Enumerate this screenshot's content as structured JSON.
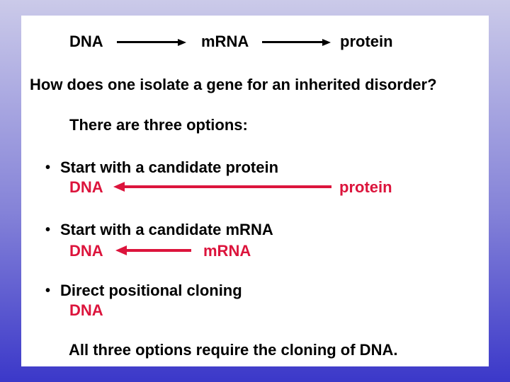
{
  "slide": {
    "central_dogma": {
      "node_dna": "DNA",
      "node_mrna": "mRNA",
      "node_protein": "protein"
    },
    "question": "How does one isolate a gene for an inherited disorder?",
    "options_intro": "There are three options:",
    "bullet_char": "•",
    "options": [
      {
        "label": "Start with a candidate protein",
        "diagram_left": "DNA",
        "diagram_right": "protein"
      },
      {
        "label": "Start with a candidate mRNA",
        "diagram_left": "DNA",
        "diagram_right": "mRNA"
      },
      {
        "label": "Direct positional cloning",
        "diagram_left": "DNA",
        "diagram_right": ""
      }
    ],
    "conclusion": "All three options require the cloning of DNA."
  },
  "colors": {
    "text": "#000000",
    "accent_red": "#DC143C",
    "panel_bg": "#FFFFFF",
    "bg_gradient_top": "#CBCAE9",
    "bg_gradient_bottom": "#3B38C9"
  }
}
